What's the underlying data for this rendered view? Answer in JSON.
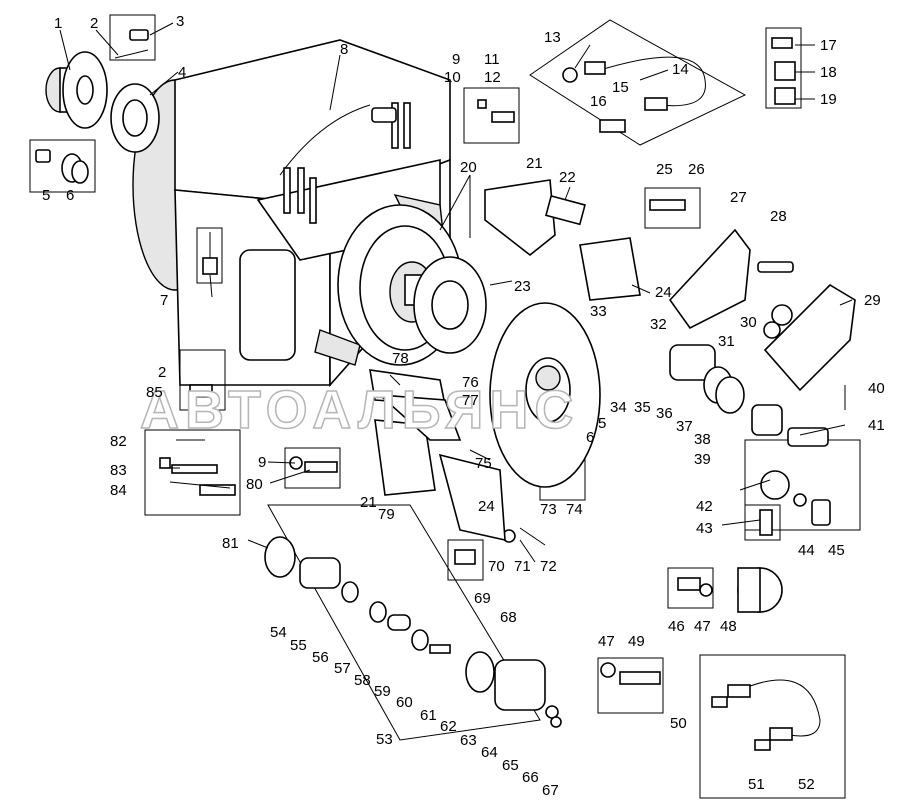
{
  "watermark": "АВТОАЛЬЯНС",
  "labels": [
    {
      "id": "l1",
      "text": "1"
    },
    {
      "id": "l2a",
      "text": "2"
    },
    {
      "id": "l2b",
      "text": "2"
    },
    {
      "id": "l3",
      "text": "3"
    },
    {
      "id": "l4",
      "text": "4"
    },
    {
      "id": "l5a",
      "text": "5"
    },
    {
      "id": "l5b",
      "text": "5"
    },
    {
      "id": "l6a",
      "text": "6"
    },
    {
      "id": "l6b",
      "text": "6"
    },
    {
      "id": "l7",
      "text": "7"
    },
    {
      "id": "l8",
      "text": "8"
    },
    {
      "id": "l9a",
      "text": "9"
    },
    {
      "id": "l9b",
      "text": "9"
    },
    {
      "id": "l10",
      "text": "10"
    },
    {
      "id": "l11",
      "text": "11"
    },
    {
      "id": "l12",
      "text": "12"
    },
    {
      "id": "l13",
      "text": "13"
    },
    {
      "id": "l14",
      "text": "14"
    },
    {
      "id": "l15",
      "text": "15"
    },
    {
      "id": "l16",
      "text": "16"
    },
    {
      "id": "l17",
      "text": "17"
    },
    {
      "id": "l18",
      "text": "18"
    },
    {
      "id": "l19",
      "text": "19"
    },
    {
      "id": "l20",
      "text": "20"
    },
    {
      "id": "l21a",
      "text": "21"
    },
    {
      "id": "l21b",
      "text": "21"
    },
    {
      "id": "l22",
      "text": "22"
    },
    {
      "id": "l23",
      "text": "23"
    },
    {
      "id": "l24a",
      "text": "24"
    },
    {
      "id": "l24b",
      "text": "24"
    },
    {
      "id": "l25",
      "text": "25"
    },
    {
      "id": "l26",
      "text": "26"
    },
    {
      "id": "l27",
      "text": "27"
    },
    {
      "id": "l28",
      "text": "28"
    },
    {
      "id": "l29",
      "text": "29"
    },
    {
      "id": "l30",
      "text": "30"
    },
    {
      "id": "l31",
      "text": "31"
    },
    {
      "id": "l32",
      "text": "32"
    },
    {
      "id": "l33",
      "text": "33"
    },
    {
      "id": "l34",
      "text": "34"
    },
    {
      "id": "l35",
      "text": "35"
    },
    {
      "id": "l36",
      "text": "36"
    },
    {
      "id": "l37",
      "text": "37"
    },
    {
      "id": "l38",
      "text": "38"
    },
    {
      "id": "l39",
      "text": "39"
    },
    {
      "id": "l40",
      "text": "40"
    },
    {
      "id": "l41",
      "text": "41"
    },
    {
      "id": "l42",
      "text": "42"
    },
    {
      "id": "l43",
      "text": "43"
    },
    {
      "id": "l44",
      "text": "44"
    },
    {
      "id": "l45",
      "text": "45"
    },
    {
      "id": "l46",
      "text": "46"
    },
    {
      "id": "l47a",
      "text": "47"
    },
    {
      "id": "l47b",
      "text": "47"
    },
    {
      "id": "l48",
      "text": "48"
    },
    {
      "id": "l49",
      "text": "49"
    },
    {
      "id": "l50",
      "text": "50"
    },
    {
      "id": "l51",
      "text": "51"
    },
    {
      "id": "l52",
      "text": "52"
    },
    {
      "id": "l53",
      "text": "53"
    },
    {
      "id": "l54",
      "text": "54"
    },
    {
      "id": "l55",
      "text": "55"
    },
    {
      "id": "l56",
      "text": "56"
    },
    {
      "id": "l57",
      "text": "57"
    },
    {
      "id": "l58",
      "text": "58"
    },
    {
      "id": "l59",
      "text": "59"
    },
    {
      "id": "l60",
      "text": "60"
    },
    {
      "id": "l61",
      "text": "61"
    },
    {
      "id": "l62",
      "text": "62"
    },
    {
      "id": "l63",
      "text": "63"
    },
    {
      "id": "l64",
      "text": "64"
    },
    {
      "id": "l65",
      "text": "65"
    },
    {
      "id": "l66",
      "text": "66"
    },
    {
      "id": "l67",
      "text": "67"
    },
    {
      "id": "l68",
      "text": "68"
    },
    {
      "id": "l69",
      "text": "69"
    },
    {
      "id": "l70",
      "text": "70"
    },
    {
      "id": "l71",
      "text": "71"
    },
    {
      "id": "l72",
      "text": "72"
    },
    {
      "id": "l73",
      "text": "73"
    },
    {
      "id": "l74",
      "text": "74"
    },
    {
      "id": "l75",
      "text": "75"
    },
    {
      "id": "l76",
      "text": "76"
    },
    {
      "id": "l77",
      "text": "77"
    },
    {
      "id": "l78",
      "text": "78"
    },
    {
      "id": "l79",
      "text": "79"
    },
    {
      "id": "l80",
      "text": "80"
    },
    {
      "id": "l81",
      "text": "81"
    },
    {
      "id": "l82",
      "text": "82"
    },
    {
      "id": "l83",
      "text": "83"
    },
    {
      "id": "l84",
      "text": "84"
    },
    {
      "id": "l85",
      "text": "85"
    }
  ]
}
